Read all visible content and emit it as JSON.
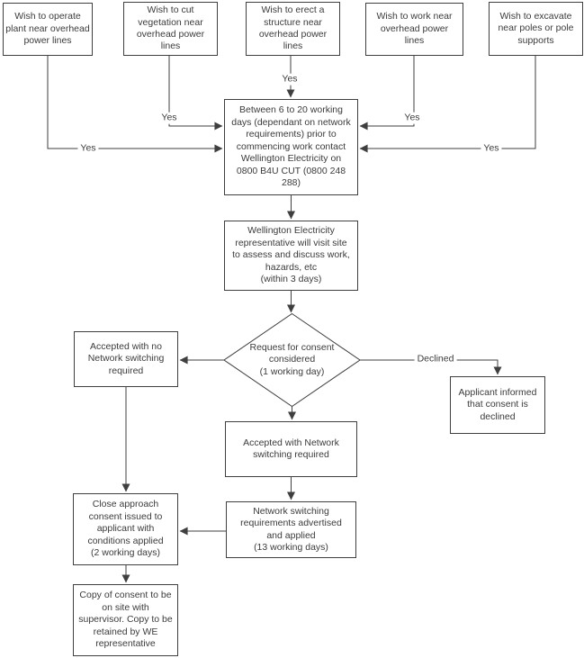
{
  "diagram": {
    "type": "flowchart",
    "colors": {
      "background": "#ffffff",
      "line": "#3f3f3f",
      "text": "#3b3b3b",
      "node_fill": "#ffffff"
    },
    "nodes": {
      "wish_operate": {
        "text": "Wish to operate\nplant near overhead\npower lines"
      },
      "wish_cut": {
        "text": "Wish to cut\nvegetation near\noverhead power\nlines"
      },
      "wish_erect": {
        "text": "Wish to erect a\nstructure near\noverhead power\nlines"
      },
      "wish_work": {
        "text": "Wish to work near\noverhead power\nlines"
      },
      "wish_excavate": {
        "text": "Wish to excavate\nnear poles or pole\nsupports"
      },
      "contact": {
        "text": "Between 6 to 20 working\ndays (dependant on network\nrequirements)  prior to\ncommencing work contact\nWellington Electricity on\n0800 B4U CUT (0800 248\n288)"
      },
      "site_visit": {
        "text": "Wellington Electricity\nrepresentative will visit site\nto assess and discuss work,\nhazards, etc\n(within 3 days)"
      },
      "consent_decision": {
        "text": "Request for consent\nconsidered\n(1 working day)"
      },
      "accepted_no_switching": {
        "text": "Accepted with no\nNetwork switching\nrequired"
      },
      "declined_outcome": {
        "text": "Applicant informed\nthat consent is\ndeclined"
      },
      "accepted_with_switching": {
        "text": "Accepted with Network\nswitching required"
      },
      "network_switching": {
        "text": "Network switching\nrequirements advertised\nand applied\n(13 working days)"
      },
      "close_approach": {
        "text": "Close approach\nconsent issued to\napplicant with\nconditions applied\n(2 working days)"
      },
      "copy_consent": {
        "text": "Copy of consent to be\non site with\nsupervisor. Copy to be\nretained by WE\nrepresentative"
      }
    },
    "edge_labels": {
      "yes_operate": "Yes",
      "yes_cut": "Yes",
      "yes_erect": "Yes",
      "yes_work": "Yes",
      "yes_excavate": "Yes",
      "declined": "Declined"
    }
  }
}
